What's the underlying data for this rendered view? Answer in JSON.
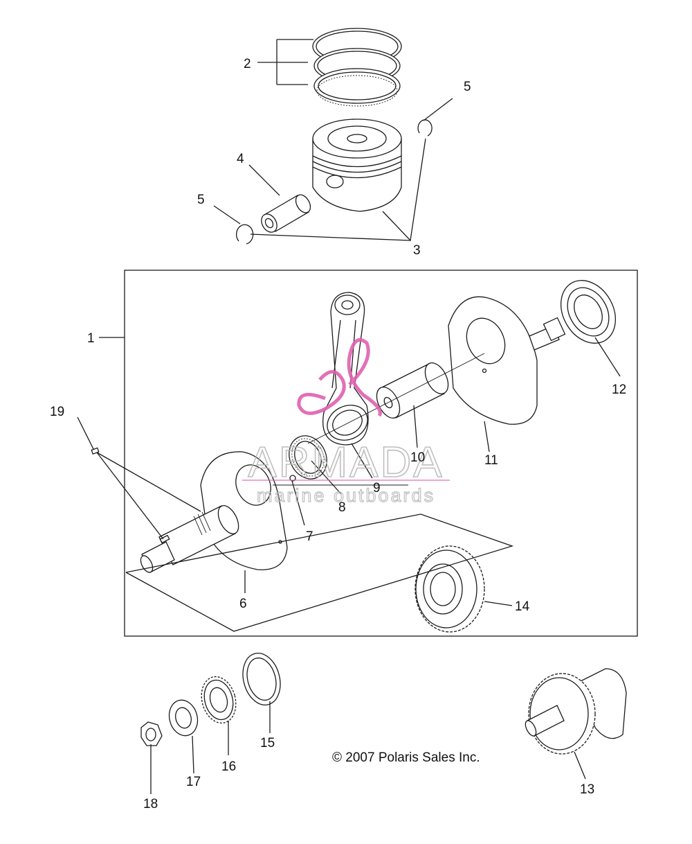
{
  "diagram": {
    "callouts": [
      "1",
      "2",
      "3",
      "4",
      "5",
      "5",
      "6",
      "7",
      "8",
      "9",
      "10",
      "11",
      "12",
      "13",
      "14",
      "15",
      "16",
      "17",
      "18",
      "19"
    ],
    "copyright": "© 2007 Polaris Sales Inc."
  },
  "watermark": {
    "title": "ARMADA",
    "subtitle": "marine outboards",
    "accent_color": "#e060b0"
  },
  "colors": {
    "line": "#1a1a1a",
    "background": "#ffffff",
    "watermark": "#b8b8b8"
  }
}
